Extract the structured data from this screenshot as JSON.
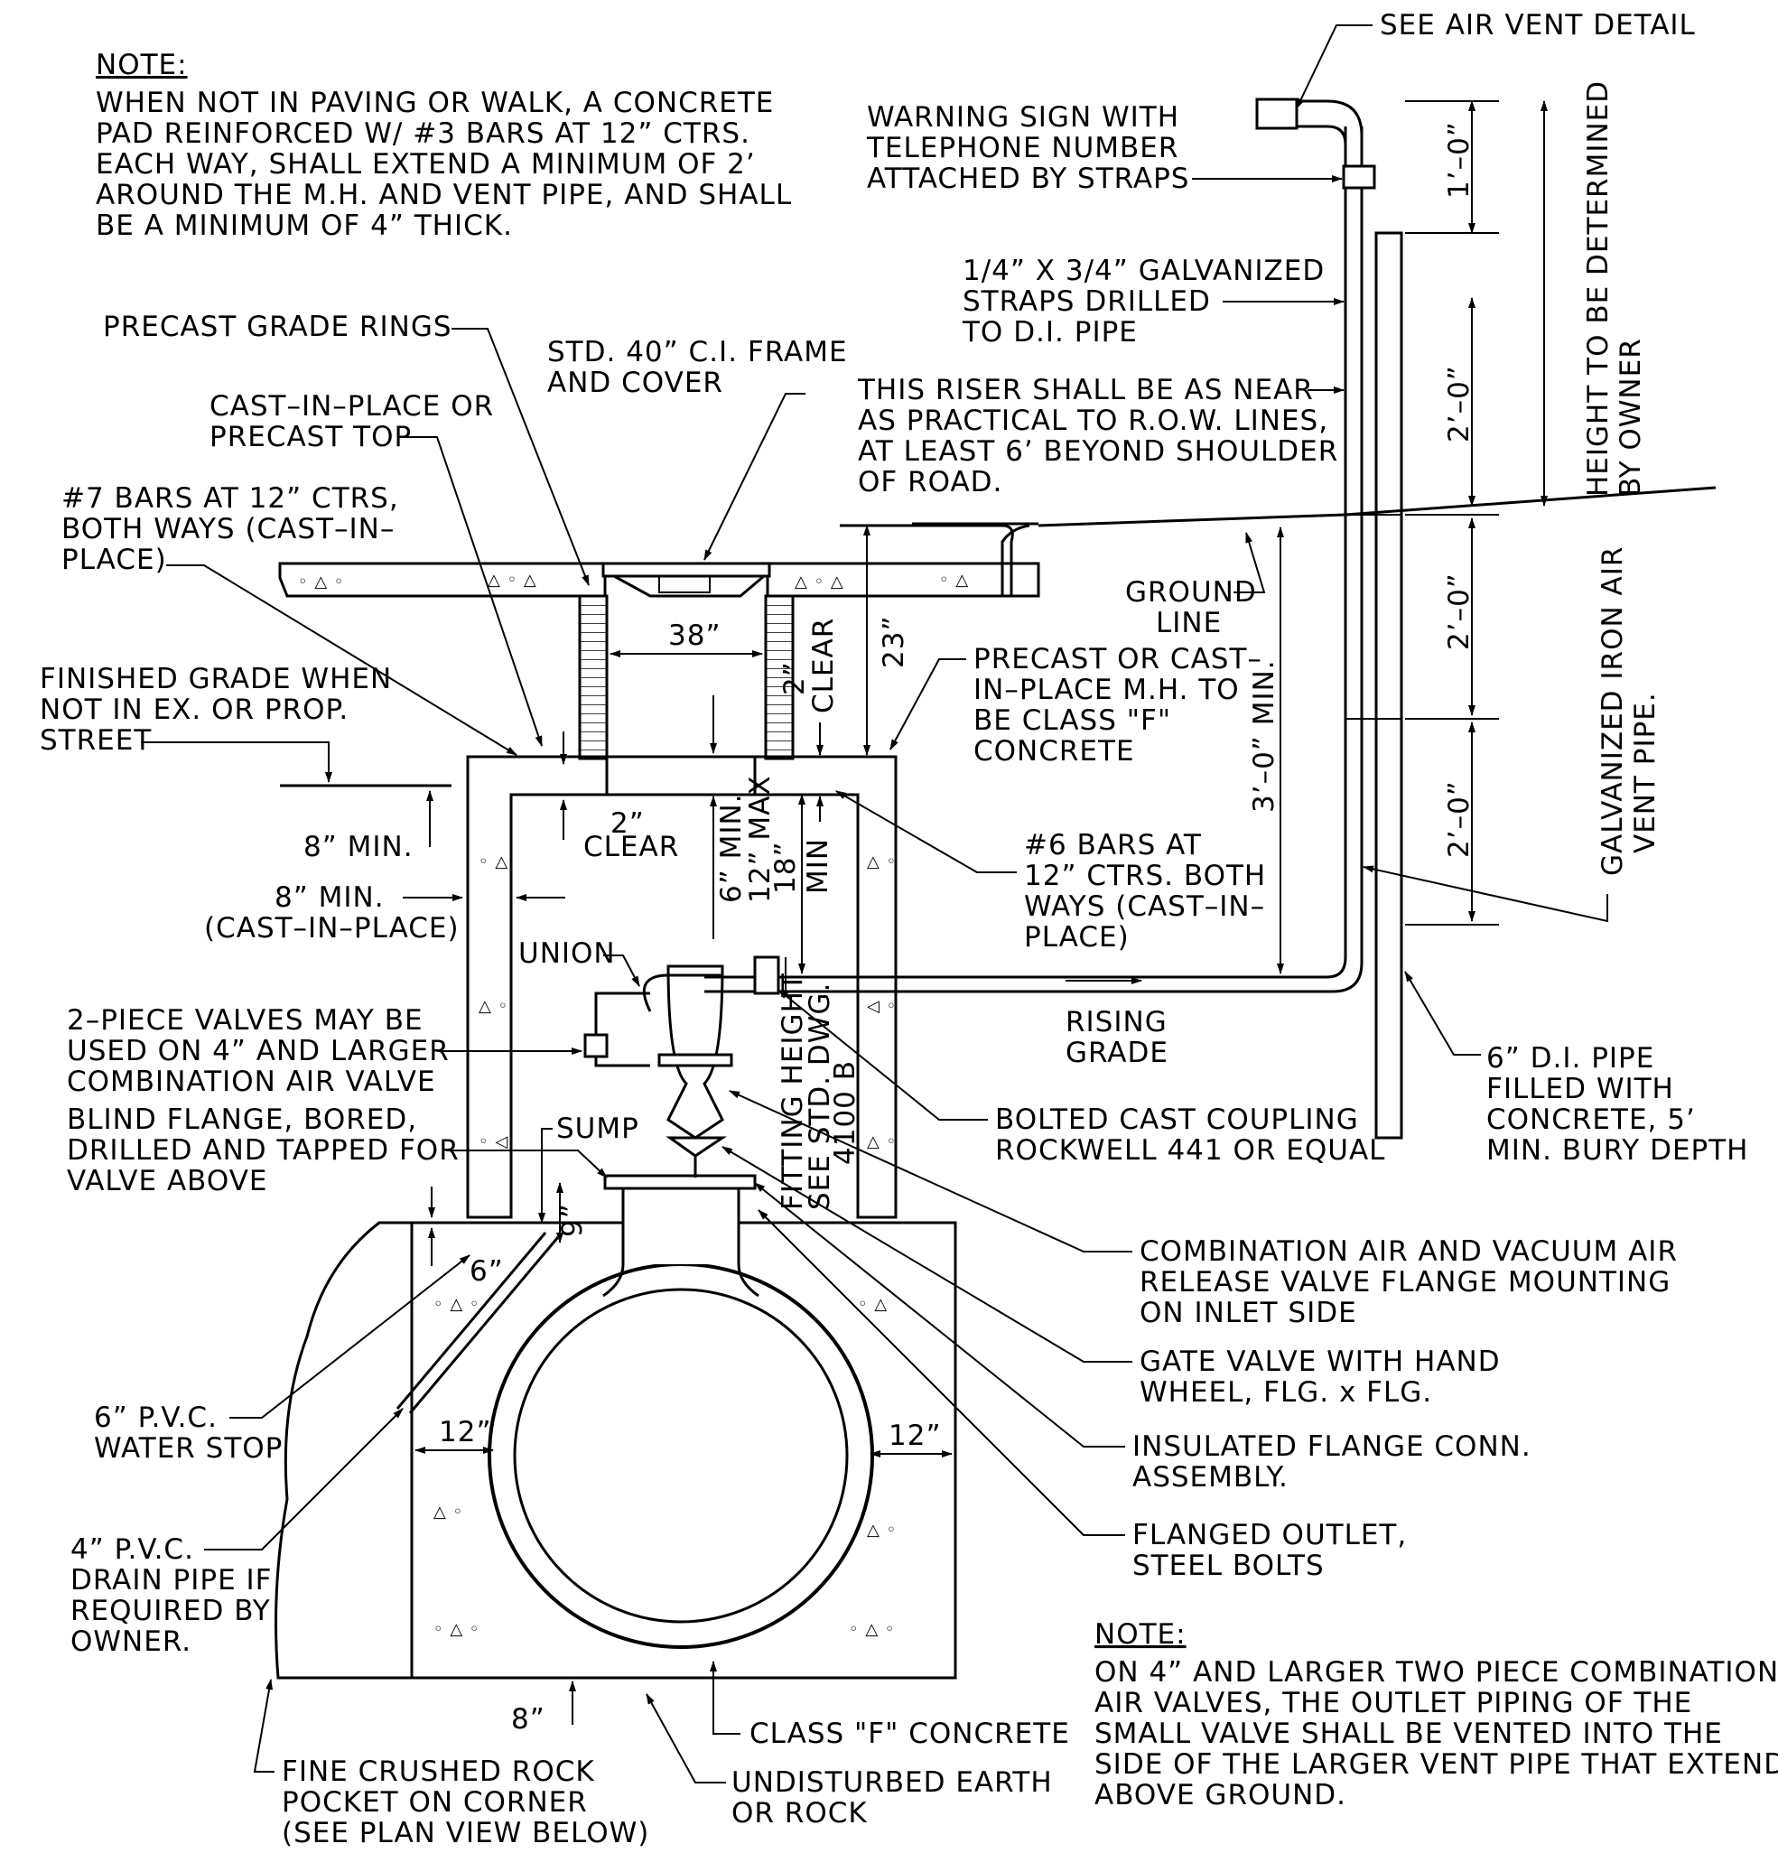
{
  "labels": {
    "note_top_heading": "NOTE:",
    "note_top_lines": [
      "WHEN NOT IN PAVING OR WALK, A CONCRETE",
      "PAD REINFORCED W/ #3 BARS AT 12” CTRS.",
      "EACH WAY, SHALL EXTEND A MINIMUM OF 2’",
      "AROUND THE M.H. AND VENT PIPE, AND SHALL",
      "BE A MINIMUM OF 4” THICK."
    ],
    "see_air_vent": "SEE AIR VENT DETAIL",
    "warning_sign": [
      "WARNING SIGN WITH",
      "TELEPHONE NUMBER",
      "ATTACHED BY STRAPS"
    ],
    "straps": [
      "1/4” X 3/4” GALVANIZED",
      "STRAPS DRILLED",
      "TO D.I. PIPE"
    ],
    "riser_note": [
      "THIS RISER SHALL BE AS NEAR",
      "AS PRACTICAL TO R.O.W. LINES,",
      "AT LEAST 6’ BEYOND SHOULDER",
      "OF ROAD."
    ],
    "height_owner": [
      "HEIGHT TO BE DETERMINED",
      "BY OWNER"
    ],
    "galv_vent": [
      "GALVANIZED IRON AIR",
      "VENT PIPE."
    ],
    "precast_rings": "PRECAST GRADE RINGS",
    "frame_cover": [
      "STD. 40” C.I. FRAME",
      "AND COVER"
    ],
    "cast_top": [
      "CAST–IN–PLACE OR",
      "PRECAST TOP"
    ],
    "bars7": [
      "#7 BARS AT 12” CTRS,",
      "BOTH WAYS (CAST–IN–",
      "PLACE)"
    ],
    "ground_line": [
      "GROUND",
      "LINE"
    ],
    "finished_grade": [
      "FINISHED GRADE WHEN",
      "NOT IN EX. OR PROP.",
      "STREET"
    ],
    "precast_mh": [
      "PRECAST OR CAST–",
      "IN–PLACE M.H. TO",
      "BE CLASS \"F\"",
      "CONCRETE"
    ],
    "bars6": [
      "#6 BARS AT",
      "12” CTRS. BOTH",
      "WAYS (CAST–IN–",
      "PLACE)"
    ],
    "min8_a": "8” MIN.",
    "min8_b": [
      "8” MIN.",
      "(CAST–IN–PLACE)"
    ],
    "clear2_a": [
      "2”",
      "CLEAR"
    ],
    "clear2_b": [
      "2”",
      "CLEAR"
    ],
    "union": "UNION",
    "two_piece": [
      "2–PIECE VALVES MAY BE",
      "USED ON 4” AND LARGER",
      "COMBINATION AIR VALVE"
    ],
    "blind_flange": [
      "BLIND FLANGE, BORED,",
      "DRILLED AND TAPPED FOR",
      "VALVE ABOVE"
    ],
    "sump": "SUMP",
    "rising_grade": [
      "RISING",
      "GRADE"
    ],
    "bolted": [
      "BOLTED CAST COUPLING",
      "ROCKWELL 441 OR EQUAL"
    ],
    "di_pipe": [
      "6” D.I. PIPE",
      "FILLED WITH",
      "CONCRETE, 5’",
      "MIN. BURY DEPTH"
    ],
    "fitting_height": [
      "FITTING HEIGHT",
      "SEE STD. DWG.",
      "4100 B"
    ],
    "combo_valve": [
      "COMBINATION AIR AND VACUUM AIR",
      "RELEASE VALVE FLANGE MOUNTING",
      "ON INLET SIDE"
    ],
    "gate_valve": [
      "GATE VALVE WITH HAND",
      "WHEEL, FLG. x FLG."
    ],
    "insulated": [
      "INSULATED FLANGE CONN.",
      "ASSEMBLY."
    ],
    "flanged_outlet": [
      "FLANGED OUTLET,",
      "STEEL BOLTS"
    ],
    "water_stop": [
      "6” P.V.C.",
      "WATER STOP"
    ],
    "drain_pipe": [
      "4” P.V.C.",
      "DRAIN PIPE IF",
      "REQUIRED BY",
      "OWNER."
    ],
    "class_f": "CLASS \"F\" CONCRETE",
    "undisturbed": [
      "UNDISTURBED EARTH",
      "OR ROCK"
    ],
    "crushed_rock": [
      "FINE CRUSHED ROCK",
      "POCKET ON CORNER",
      "(SEE PLAN VIEW BELOW)"
    ],
    "note_bottom_heading": "NOTE:",
    "note_bottom_lines": [
      "ON 4” AND LARGER TWO PIECE COMBINATION",
      "AIR VALVES, THE OUTLET PIPING OF THE",
      "SMALL VALVE SHALL BE VENTED INTO THE",
      "SIDE OF THE LARGER VENT PIPE THAT EXTENDS",
      "ABOVE GROUND."
    ]
  },
  "dims": {
    "d38": "38”",
    "d23": "23”",
    "d2clear_v": [
      "2”",
      "CLEAR"
    ],
    "d6min": [
      "6” MIN.",
      "12” MAX"
    ],
    "d18min": [
      "18”",
      "MIN"
    ],
    "d3min": "3’–0” MIN.",
    "d1_0": "1’–0”",
    "d2_0a": "2’–0”",
    "d2_0b": "2’–0”",
    "d2_0c": "2’–0”",
    "d9": "9”",
    "d6": "6”",
    "d12a": "12”",
    "d12b": "12”",
    "d8": "8”"
  }
}
